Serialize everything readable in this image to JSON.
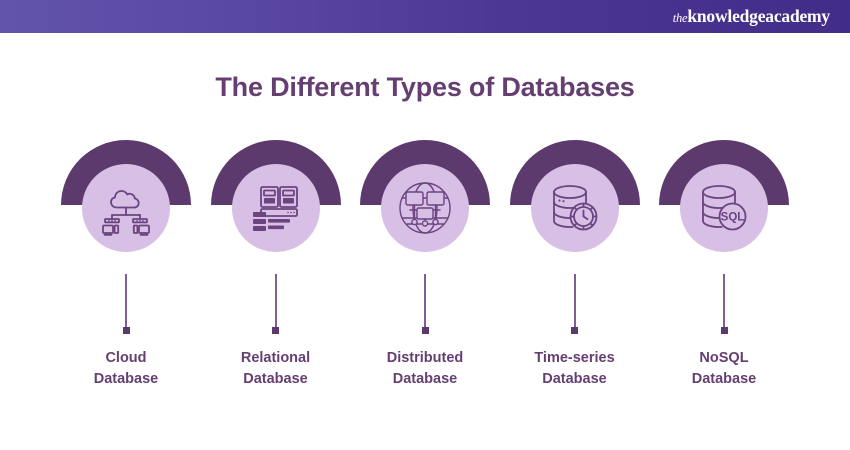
{
  "header": {
    "logo_the": "the",
    "logo_name": "knowledgeacademy",
    "gradient_from": "#6253ab",
    "gradient_to": "#412d87"
  },
  "title": "The Different Types of Databases",
  "theme": {
    "title_color": "#653f72",
    "dome_color": "#5c3a6e",
    "disc_color": "#d8bfe6",
    "line_color": "#7d5e96",
    "icon_stroke": "#6b4480"
  },
  "nodes": [
    {
      "icon": "cloud-network-icon",
      "line1": "Cloud",
      "line2": "Database"
    },
    {
      "icon": "relational-tables-icon",
      "line1": "Relational",
      "line2": "Database"
    },
    {
      "icon": "distributed-globe-icon",
      "line1": "Distributed",
      "line2": "Database"
    },
    {
      "icon": "database-clock-icon",
      "line1": "Time-series",
      "line2": "Database"
    },
    {
      "icon": "database-sql-icon",
      "line1": "NoSQL",
      "line2": "Database"
    }
  ]
}
